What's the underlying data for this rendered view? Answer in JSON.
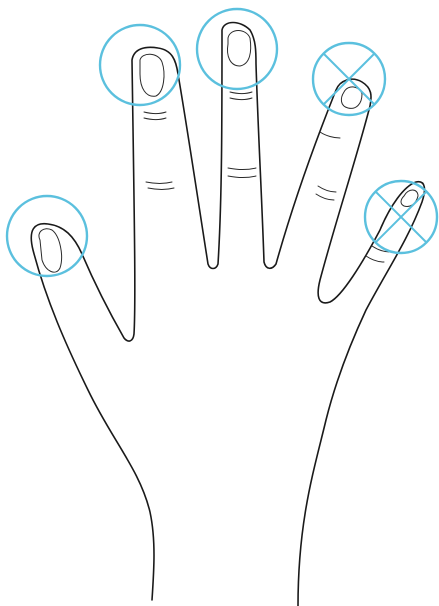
{
  "colors": {
    "marker": "#5bc0de",
    "outline": "#1a1a1a",
    "background": "#ffffff"
  },
  "fingers": [
    {
      "name": "thumb",
      "marker": "circle",
      "selected": true
    },
    {
      "name": "index",
      "marker": "circle",
      "selected": true
    },
    {
      "name": "middle",
      "marker": "circle",
      "selected": true
    },
    {
      "name": "ring",
      "marker": "crossed-circle",
      "selected": false
    },
    {
      "name": "little",
      "marker": "crossed-circle",
      "selected": false
    }
  ]
}
